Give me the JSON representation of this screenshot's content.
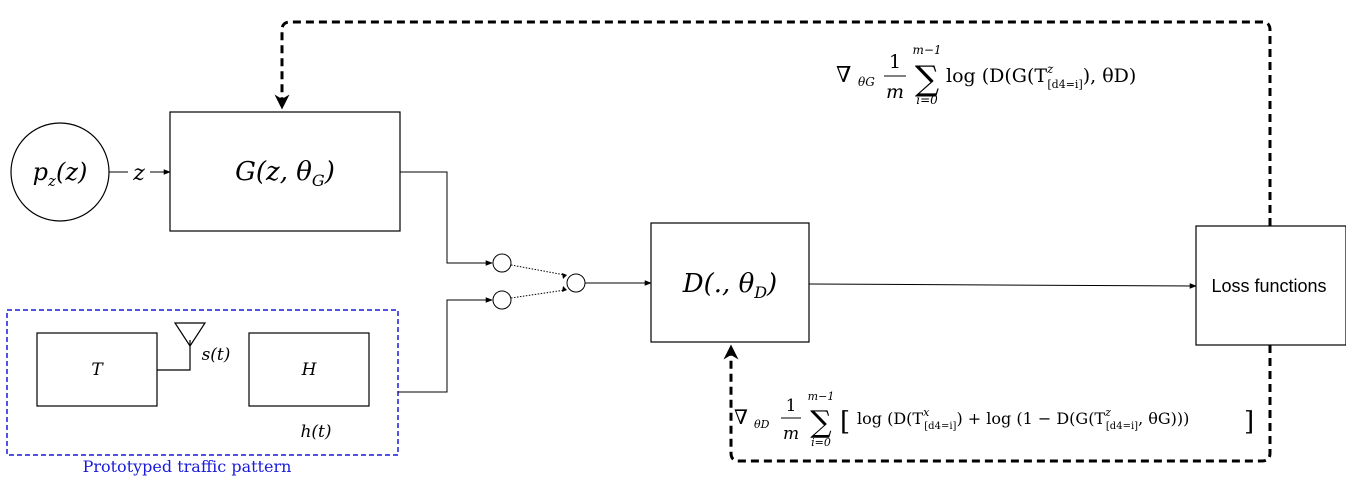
{
  "nodes": {
    "source": {
      "label": "p_z(z)"
    },
    "generator": {
      "label": "G(z, θ_G)"
    },
    "discriminator": {
      "label": "D(., θ_D)"
    },
    "loss": {
      "label": "Loss functions"
    },
    "transmitter": {
      "label": "T"
    },
    "channel": {
      "label": "H"
    }
  },
  "signals": {
    "z": "z",
    "s": "s(t)",
    "h": "h(t)"
  },
  "group": {
    "label": "Prototyped traffic pattern",
    "color": "#1a1adb"
  },
  "formulas": {
    "generator_grad": {
      "nabla": "∇",
      "sub": "θG",
      "frac_num": "1",
      "frac_den": "m",
      "sum_top": "m−1",
      "sum_bottom": "i=0",
      "body": "log (D(G(T",
      "body_sup": "z",
      "body_sub": "[d4=i]",
      "body_end": "), θD)"
    },
    "discriminator_grad": {
      "nabla": "∇",
      "sub": "θD",
      "frac_num": "1",
      "frac_den": "m",
      "sum_top": "m−1",
      "sum_bottom": "i=0",
      "part1": "log (D(T",
      "part1_sup": "x",
      "part1_sub": "[d4=i]",
      "part2": ") + log (1 − D(G(T",
      "part2_sup": "z",
      "part2_sub": "[d4=i]",
      "part3": ", θG)))"
    }
  }
}
